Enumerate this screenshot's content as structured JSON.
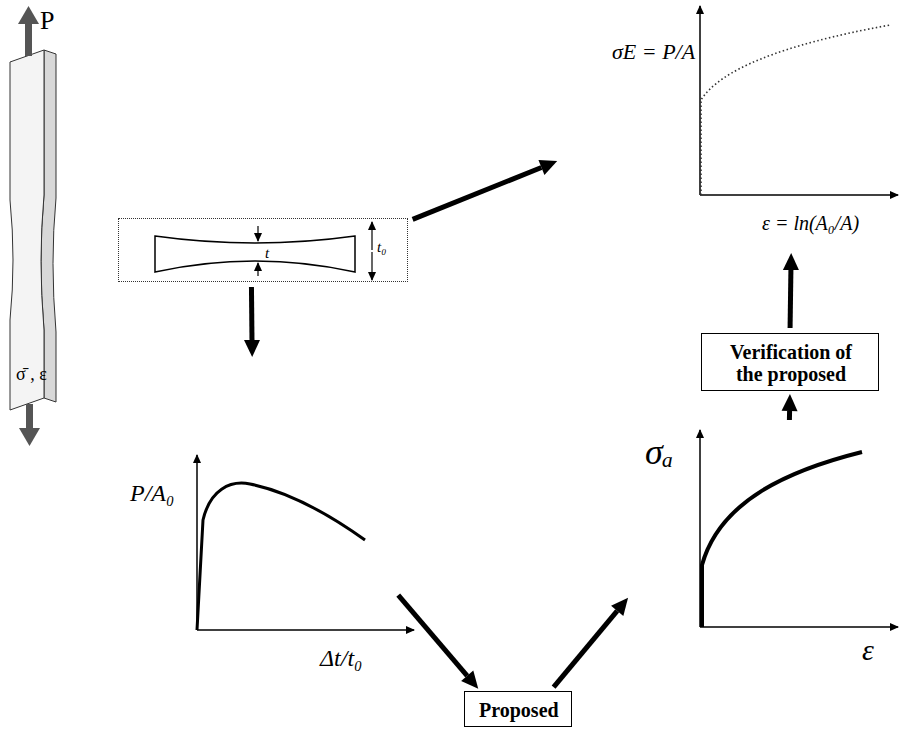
{
  "diagram": {
    "nodes": [
      {
        "text": [
          "σ̄ , ε"
        ]
      },
      {
        "text": [
          "t",
          "t₀"
        ]
      },
      {
        "text": [
          "σE = P/A",
          "ε = ln(A₀/A)"
        ]
      },
      {
        "text": [
          "Verification of the proposed"
        ]
      },
      {
        "text": [
          "P/A₀",
          "Δt/t₀"
        ]
      },
      {
        "text": [
          "σₐ",
          "ε"
        ]
      },
      {
        "text": [
          "Proposed"
        ]
      }
    ],
    "edges": [
      {
        "from": 1,
        "to": 2,
        "arrow": "to"
      },
      {
        "from": 1,
        "to": 4,
        "arrow": "to"
      },
      {
        "from": 4,
        "to": 6,
        "arrow": "to"
      },
      {
        "from": 6,
        "to": 5,
        "arrow": "to"
      },
      {
        "from": 5,
        "to": 3,
        "arrow": "to"
      },
      {
        "from": 3,
        "to": 2,
        "arrow": "to"
      }
    ],
    "labels": [
      "P"
    ]
  }
}
